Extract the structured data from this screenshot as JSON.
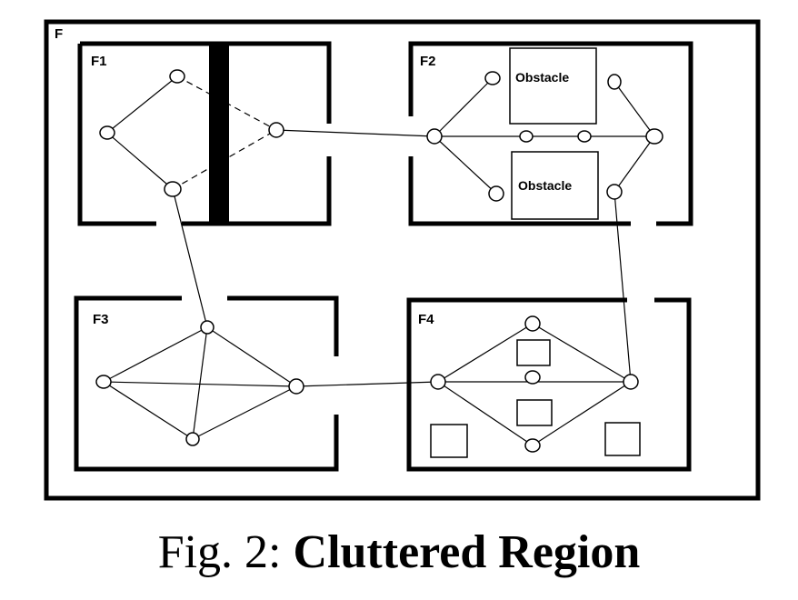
{
  "diagram": {
    "outer_label": "F",
    "regions": [
      {
        "id": "f1",
        "label": "F1"
      },
      {
        "id": "f2",
        "label": "F2"
      },
      {
        "id": "f3",
        "label": "F3"
      },
      {
        "id": "f4",
        "label": "F4"
      }
    ],
    "obstacle_labels": [
      "Obstacle",
      "Obstacle"
    ]
  },
  "caption": {
    "prefix": "Fig. 2:",
    "title": "Cluttered Region"
  },
  "colors": {
    "stroke": "#000000",
    "background": "#ffffff"
  }
}
